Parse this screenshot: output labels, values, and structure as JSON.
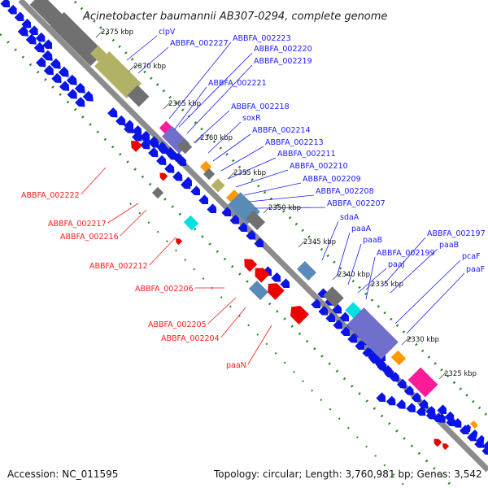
{
  "title": "Acinetobacter baumannii AB307-0294, complete genome",
  "accession": "Accession: NC_011595",
  "summary": "Topology: circular; Length: 3,760,981 bp; Genes: 3,542",
  "ticks": [
    "2375 kbp",
    "2370 kbp",
    "2365 kbp",
    "2360 kbp",
    "2355 kbp",
    "2350 kbp",
    "2345 kbp",
    "2340 kbp",
    "2335 kbp",
    "2330 kbp",
    "2325 kbp"
  ],
  "forward_labels": [
    "clpV",
    "ABBFA_002227",
    "ABBFA_002223",
    "ABBFA_002220",
    "ABBFA_002219",
    "ABBFA_002221",
    "ABBFA_002218",
    "soxR",
    "ABBFA_002214",
    "ABBFA_002213",
    "ABBFA_002211",
    "ABBFA_002210",
    "ABBFA_002209",
    "ABBFA_002208",
    "ABBFA_002207",
    "sdaA",
    "paaA",
    "paaB",
    "paaJ",
    "ABBFA_002199",
    "ABBFA_002197",
    "paaB",
    "pcaF",
    "paaF"
  ],
  "reverse_labels": [
    "ABBFA_002222",
    "ABBFA_002217",
    "ABBFA_002216",
    "ABBFA_002212",
    "ABBFA_002206",
    "ABBFA_002205",
    "ABBFA_002204",
    "paaN"
  ],
  "colors": {
    "forward_label": "#1a1aff",
    "reverse_label": "#ff1a1a",
    "cds": "#0a14e6",
    "reverse_cds": "#ee0000",
    "backbone": "#8c8c8c",
    "gc_dots": "#1f8c1f",
    "feature_gray": "#707070",
    "feature_olive": "#b2b266",
    "feature_purple": "#7070cc",
    "feature_magenta": "#ff1a99",
    "feature_cyan": "#00e0e0",
    "feature_orange": "#ff9900",
    "feature_steelblue": "#5a8ab8"
  }
}
